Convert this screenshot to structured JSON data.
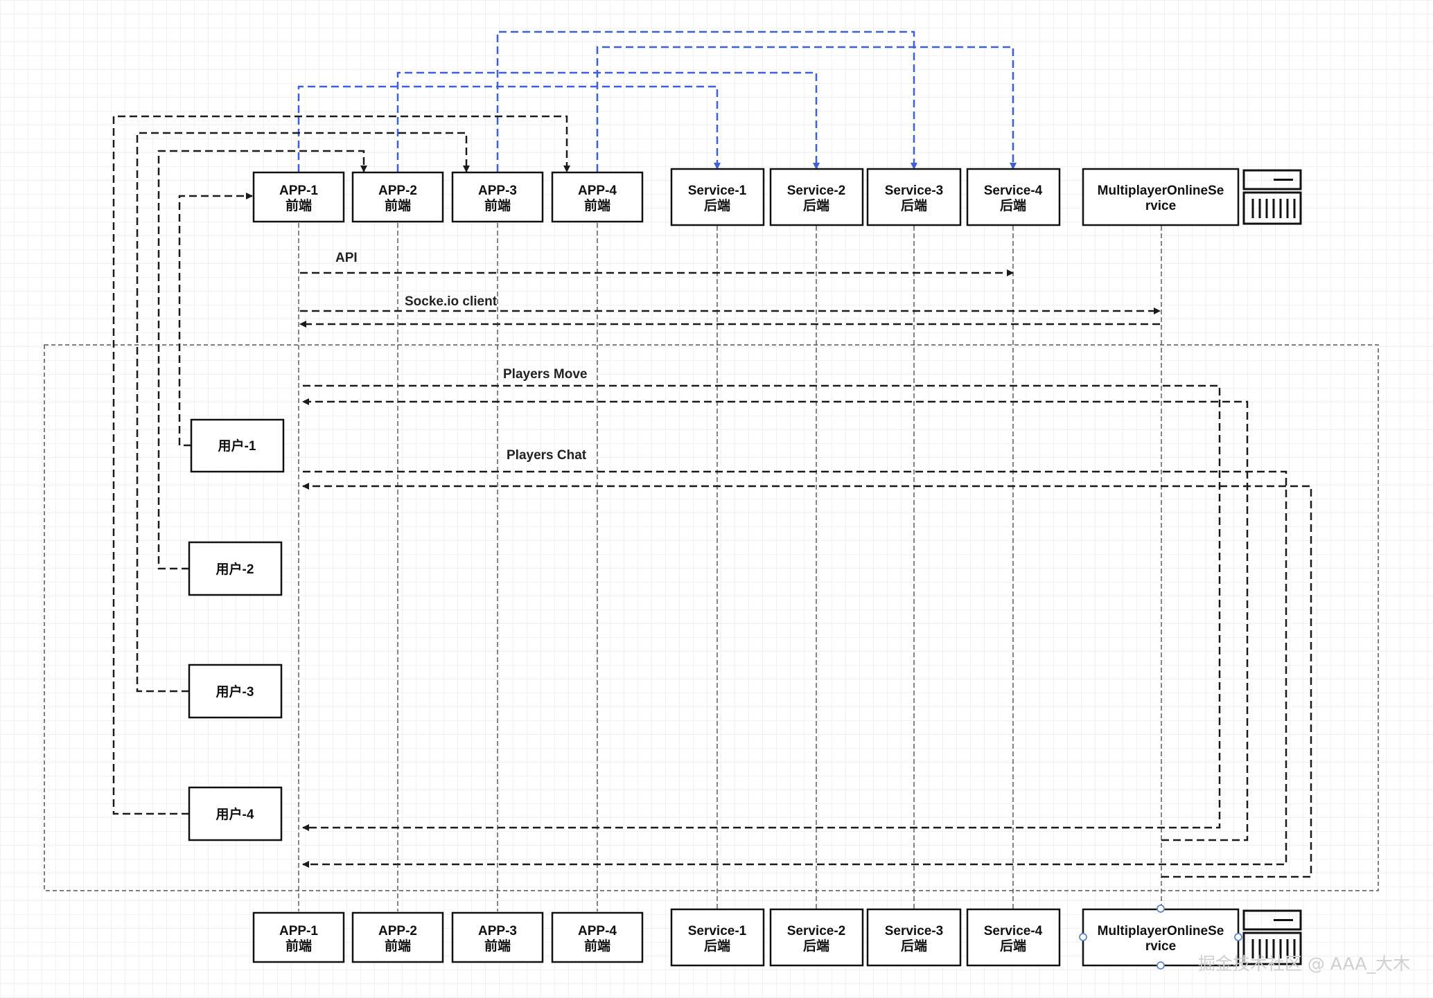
{
  "colors": {
    "background": "#ffffff",
    "grid": "#e6e6e6",
    "stroke": "#1a1a1a",
    "blue": "#3d5fd9",
    "handle": "#5b86c9"
  },
  "participants": {
    "app1": {
      "name": "APP-1",
      "sub": "前端"
    },
    "app2": {
      "name": "APP-2",
      "sub": "前端"
    },
    "app3": {
      "name": "APP-3",
      "sub": "前端"
    },
    "app4": {
      "name": "APP-4",
      "sub": "前端"
    },
    "svc1": {
      "name": "Service-1",
      "sub": "后端"
    },
    "svc2": {
      "name": "Service-2",
      "sub": "后端"
    },
    "svc3": {
      "name": "Service-3",
      "sub": "后端"
    },
    "svc4": {
      "name": "Service-4",
      "sub": "后端"
    },
    "mos": {
      "line1": "MultiplayerOnlineSe",
      "line2": "rvice",
      "icon": "server-icon"
    }
  },
  "users": [
    "用户-1",
    "用户-2",
    "用户-3",
    "用户-4"
  ],
  "labels": {
    "api": "API",
    "socket": "Socke.io client",
    "move": "Players Move",
    "chat": "Players Chat"
  },
  "watermark": "掘金技术社区 @ AAA_大木"
}
